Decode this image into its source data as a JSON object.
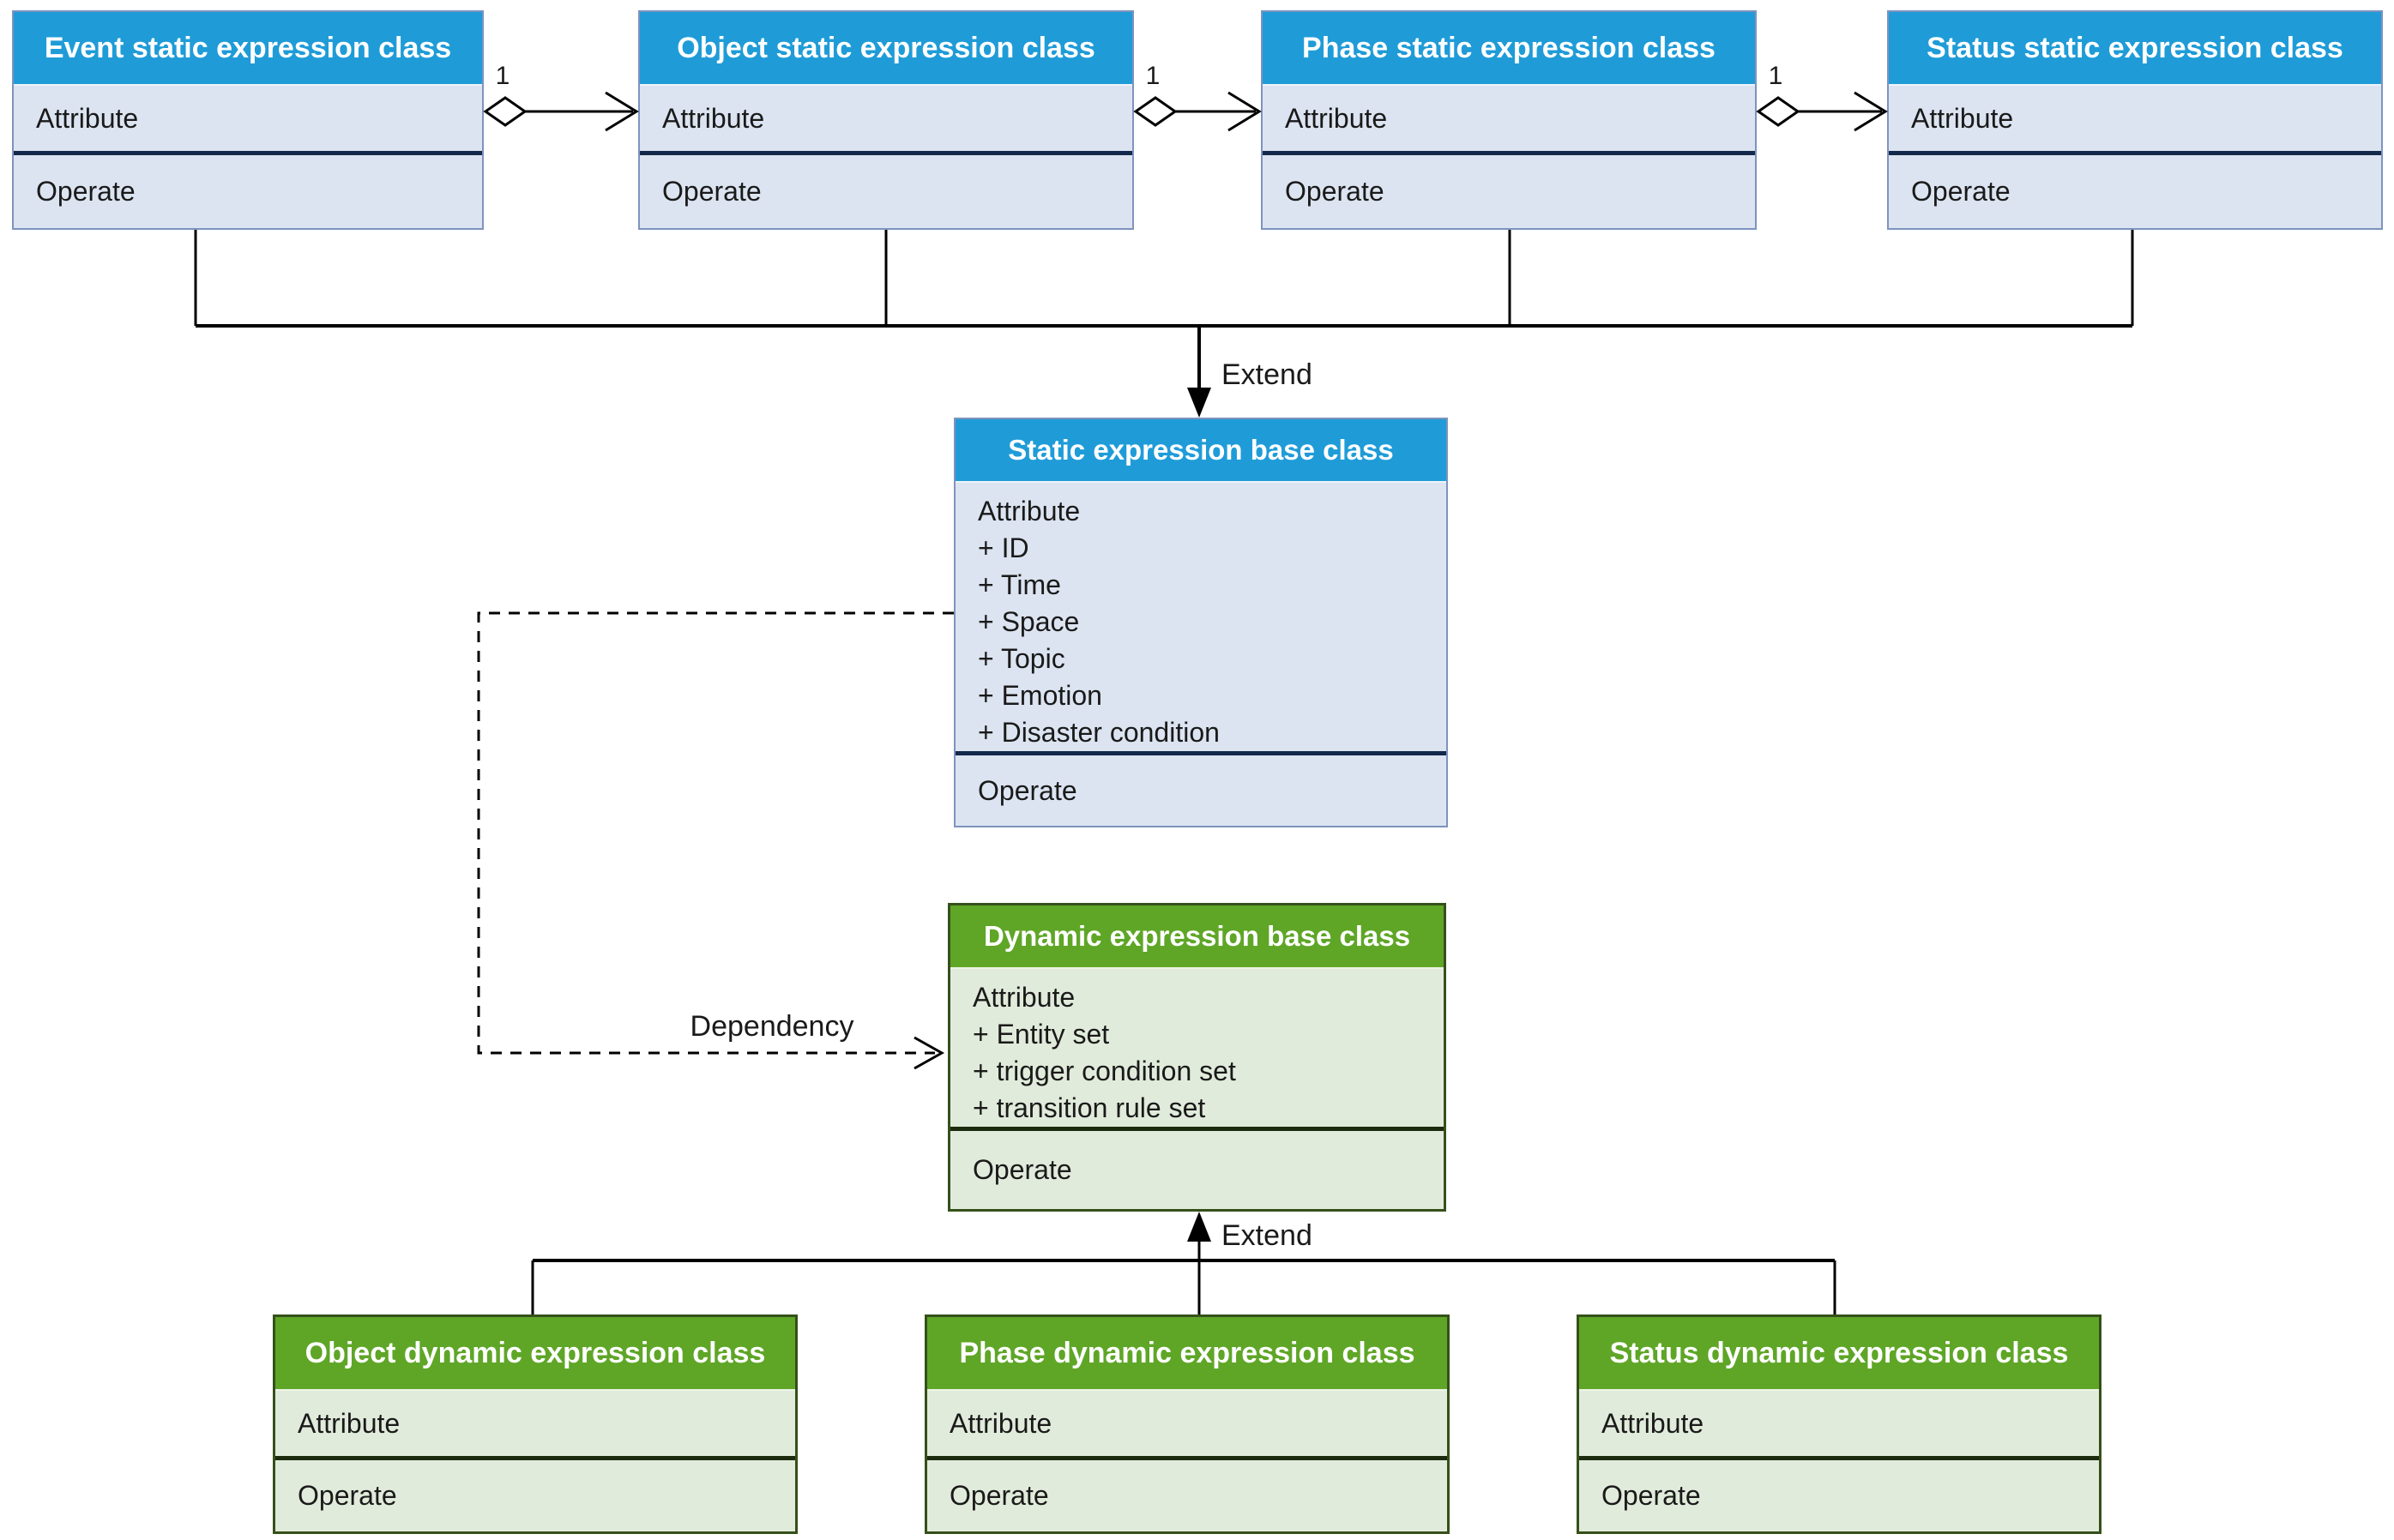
{
  "diagram": {
    "classes": {
      "event_static": {
        "title": "Event static expression class",
        "attribute_label": "Attribute",
        "operate_label": "Operate"
      },
      "object_static": {
        "title": "Object static expression class",
        "attribute_label": "Attribute",
        "operate_label": "Operate"
      },
      "phase_static": {
        "title": "Phase static expression class",
        "attribute_label": "Attribute",
        "operate_label": "Operate"
      },
      "status_static": {
        "title": "Status static expression class",
        "attribute_label": "Attribute",
        "operate_label": "Operate"
      },
      "static_base": {
        "title": "Static expression base class",
        "attribute_label": "Attribute",
        "attributes": [
          "+ ID",
          "+ Time",
          "+ Space",
          "+ Topic",
          "+ Emotion",
          "+ Disaster condition"
        ],
        "operate_label": "Operate"
      },
      "dynamic_base": {
        "title": "Dynamic expression base class",
        "attribute_label": "Attribute",
        "attributes": [
          "+ Entity set",
          "+ trigger condition set",
          "+ transition rule set"
        ],
        "operate_label": "Operate"
      },
      "object_dynamic": {
        "title": "Object dynamic expression class",
        "attribute_label": "Attribute",
        "operate_label": "Operate"
      },
      "phase_dynamic": {
        "title": "Phase dynamic expression class",
        "attribute_label": "Attribute",
        "operate_label": "Operate"
      },
      "status_dynamic": {
        "title": "Status dynamic expression class",
        "attribute_label": "Attribute",
        "operate_label": "Operate"
      }
    },
    "labels": {
      "extend_top": "Extend",
      "extend_bottom": "Extend",
      "dependency": "Dependency",
      "multiplicity": "1"
    }
  },
  "colors": {
    "blue_header": "#1F9CD8",
    "blue_body": "#DCE4F1",
    "blue_border": "#7E93BE",
    "blue_divider": "#13294B",
    "green_header": "#5FA627",
    "green_body": "#E1EBDB",
    "green_border": "#35501A",
    "green_divider": "#1C2B0E",
    "line": "#000000",
    "title_text": "#FFFFFF",
    "body_text": "#1A1A1A",
    "background": "#FFFFFF"
  }
}
